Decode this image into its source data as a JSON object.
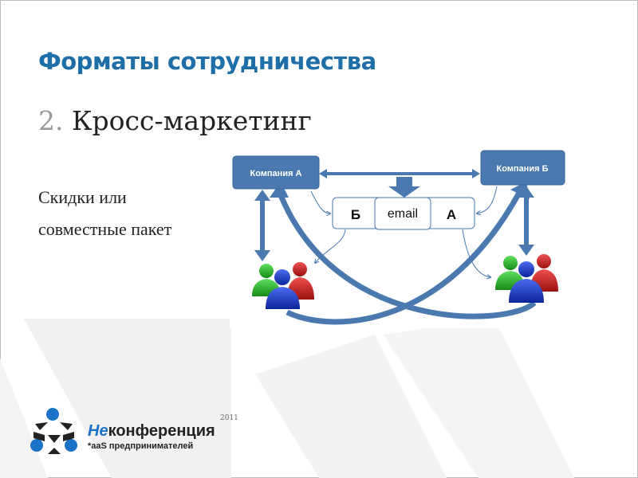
{
  "slide": {
    "title": "Форматы сотрудничества",
    "subtitle_number": "2.",
    "subtitle": "Кросс-маркетинг",
    "body_lines": [
      "Скидки или",
      "совместные пакет"
    ]
  },
  "diagram": {
    "company_a": "Компания А",
    "company_b": "Компания Б",
    "cell_left": "Б",
    "cell_middle": "email",
    "cell_right": "А"
  },
  "logo": {
    "name_prefix": "Не",
    "name_rest": "конференция",
    "tagline": "*aaS предпринимателей",
    "year": "2011"
  },
  "colors": {
    "title": "#1e6ea8",
    "diagram_blue": "#4a79b0"
  }
}
